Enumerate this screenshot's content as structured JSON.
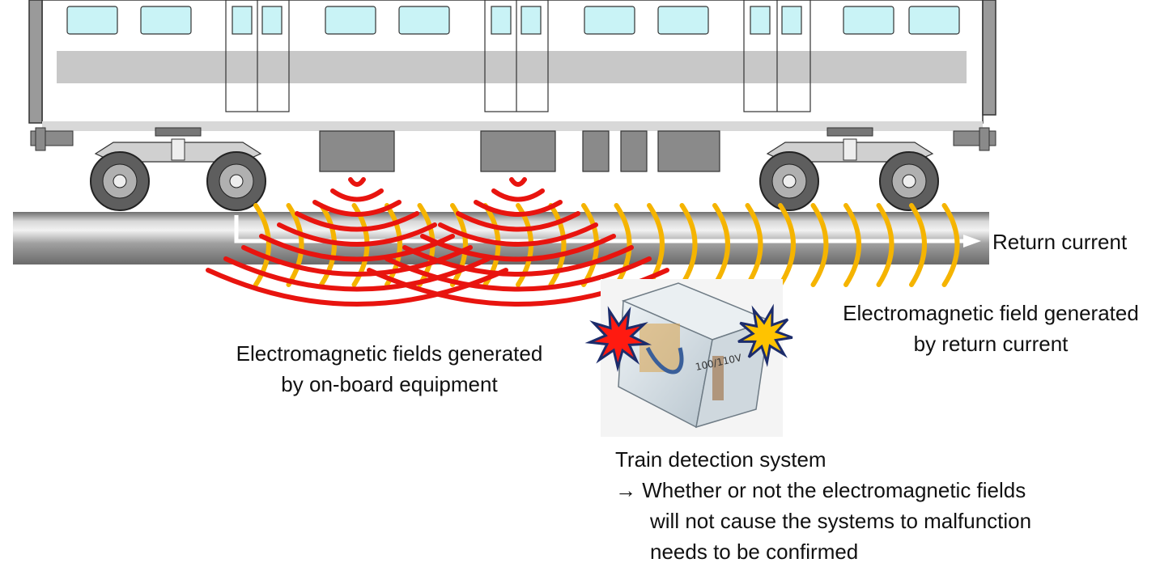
{
  "labels": {
    "return_current": "Return current",
    "field_return": {
      "line1": "Electromagnetic field generated",
      "line2": "by return current"
    },
    "field_onboard": {
      "line1": "Electromagnetic fields generated",
      "line2": "by on-board equipment"
    },
    "detection": {
      "title": "Train detection system",
      "line1": "→ Whether or not the electromagnetic fields",
      "line2": "will not cause the systems to malfunction",
      "line3": "needs to be confirmed"
    }
  },
  "colors": {
    "onboard_field": "#e8140f",
    "return_field": "#f5b400",
    "rail": "#8c8c8c",
    "window": "#c9f3f6",
    "underfloor_box": "#8a8a8a",
    "current_arrow": "#ffffff"
  },
  "icons": {
    "relay": "relay-device-icon",
    "burst_red": "red-spark-burst-icon",
    "burst_yellow": "yellow-spark-burst-icon"
  }
}
